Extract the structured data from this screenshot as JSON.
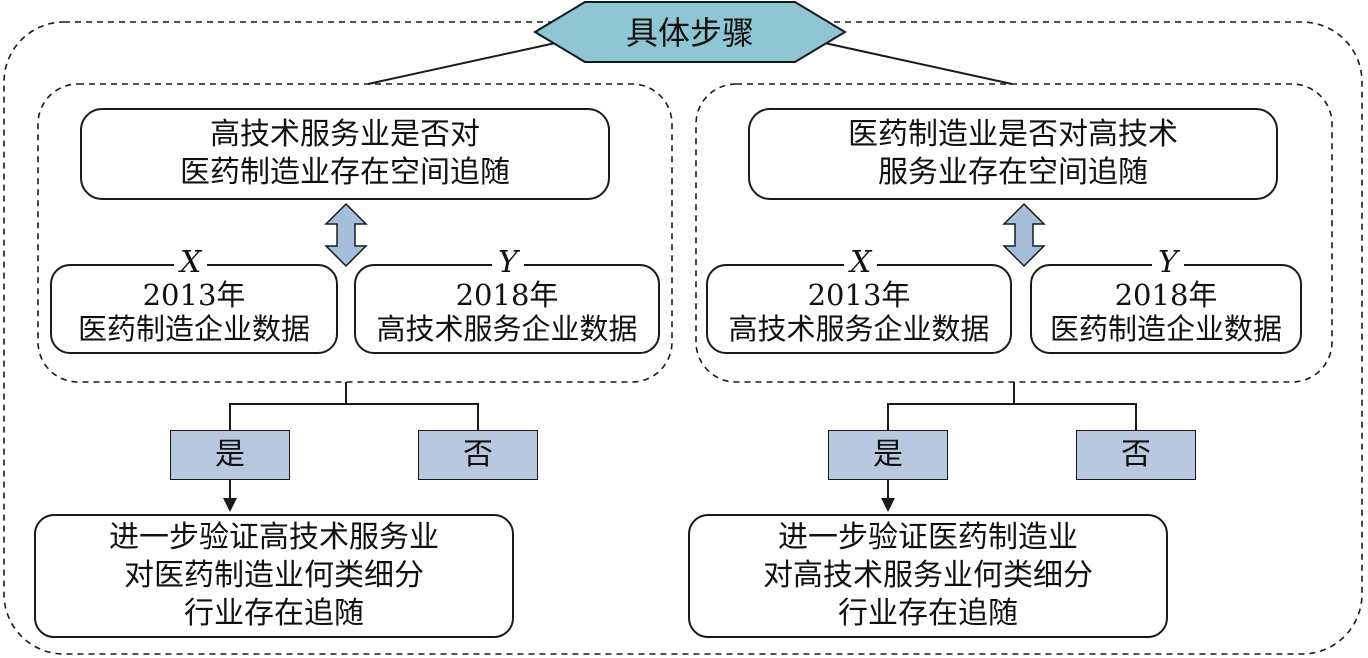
{
  "title": "具体步骤",
  "colors": {
    "hexagon_fill": "#8ec6d3",
    "tag_fill": "#b8c8de",
    "arrow_fill": "#a4bedc"
  },
  "left": {
    "question": [
      "高技术服务业是否对",
      "医药制造业存在空间追随"
    ],
    "x_label": "X",
    "y_label": "Y",
    "x_data": [
      "2013年",
      "医药制造企业数据"
    ],
    "y_data": [
      "2018年",
      "高技术服务企业数据"
    ],
    "yes": "是",
    "no": "否",
    "result": [
      "进一步验证高技术服务业",
      "对医药制造业何类细分",
      "行业存在追随"
    ]
  },
  "right": {
    "question": [
      "医药制造业是否对高技术",
      "服务业存在空间追随"
    ],
    "x_label": "X",
    "y_label": "Y",
    "x_data": [
      "2013年",
      "高技术服务企业数据"
    ],
    "y_data": [
      "2018年",
      "医药制造企业数据"
    ],
    "yes": "是",
    "no": "否",
    "result": [
      "进一步验证医药制造业",
      "对高技术服务业何类细分",
      "行业存在追随"
    ]
  }
}
